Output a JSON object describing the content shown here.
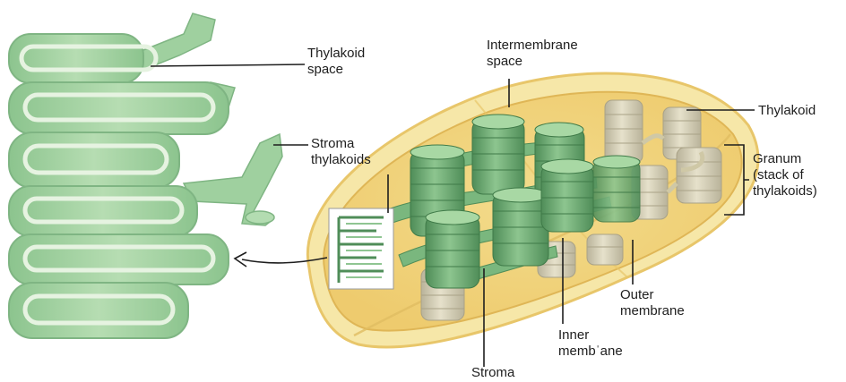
{
  "labels": {
    "thylakoid_space": [
      "Thylakoid",
      "space"
    ],
    "stroma_thylakoids": [
      "Stroma",
      "thylakoids"
    ],
    "intermembrane_space": [
      "Intermembrane",
      "space"
    ],
    "thylakoid": "Thylakoid",
    "granum": [
      "Granum",
      "(stack of",
      "thylakoids)"
    ],
    "outer_membrane": [
      "Outer",
      "membrane"
    ],
    "inner_membrane": [
      "Inner",
      "membˈane"
    ],
    "stroma": "Stroma"
  },
  "colors": {
    "thylakoid_green": "#9ccf9c",
    "thylakoid_dark": "#5f9a66",
    "membrane_light": "#e3f1df",
    "outer_membrane": "#f6e6a6",
    "inner_fill": "#efd07a",
    "pale_grana": "#d6d0b2",
    "line": "#1e1e1e"
  }
}
